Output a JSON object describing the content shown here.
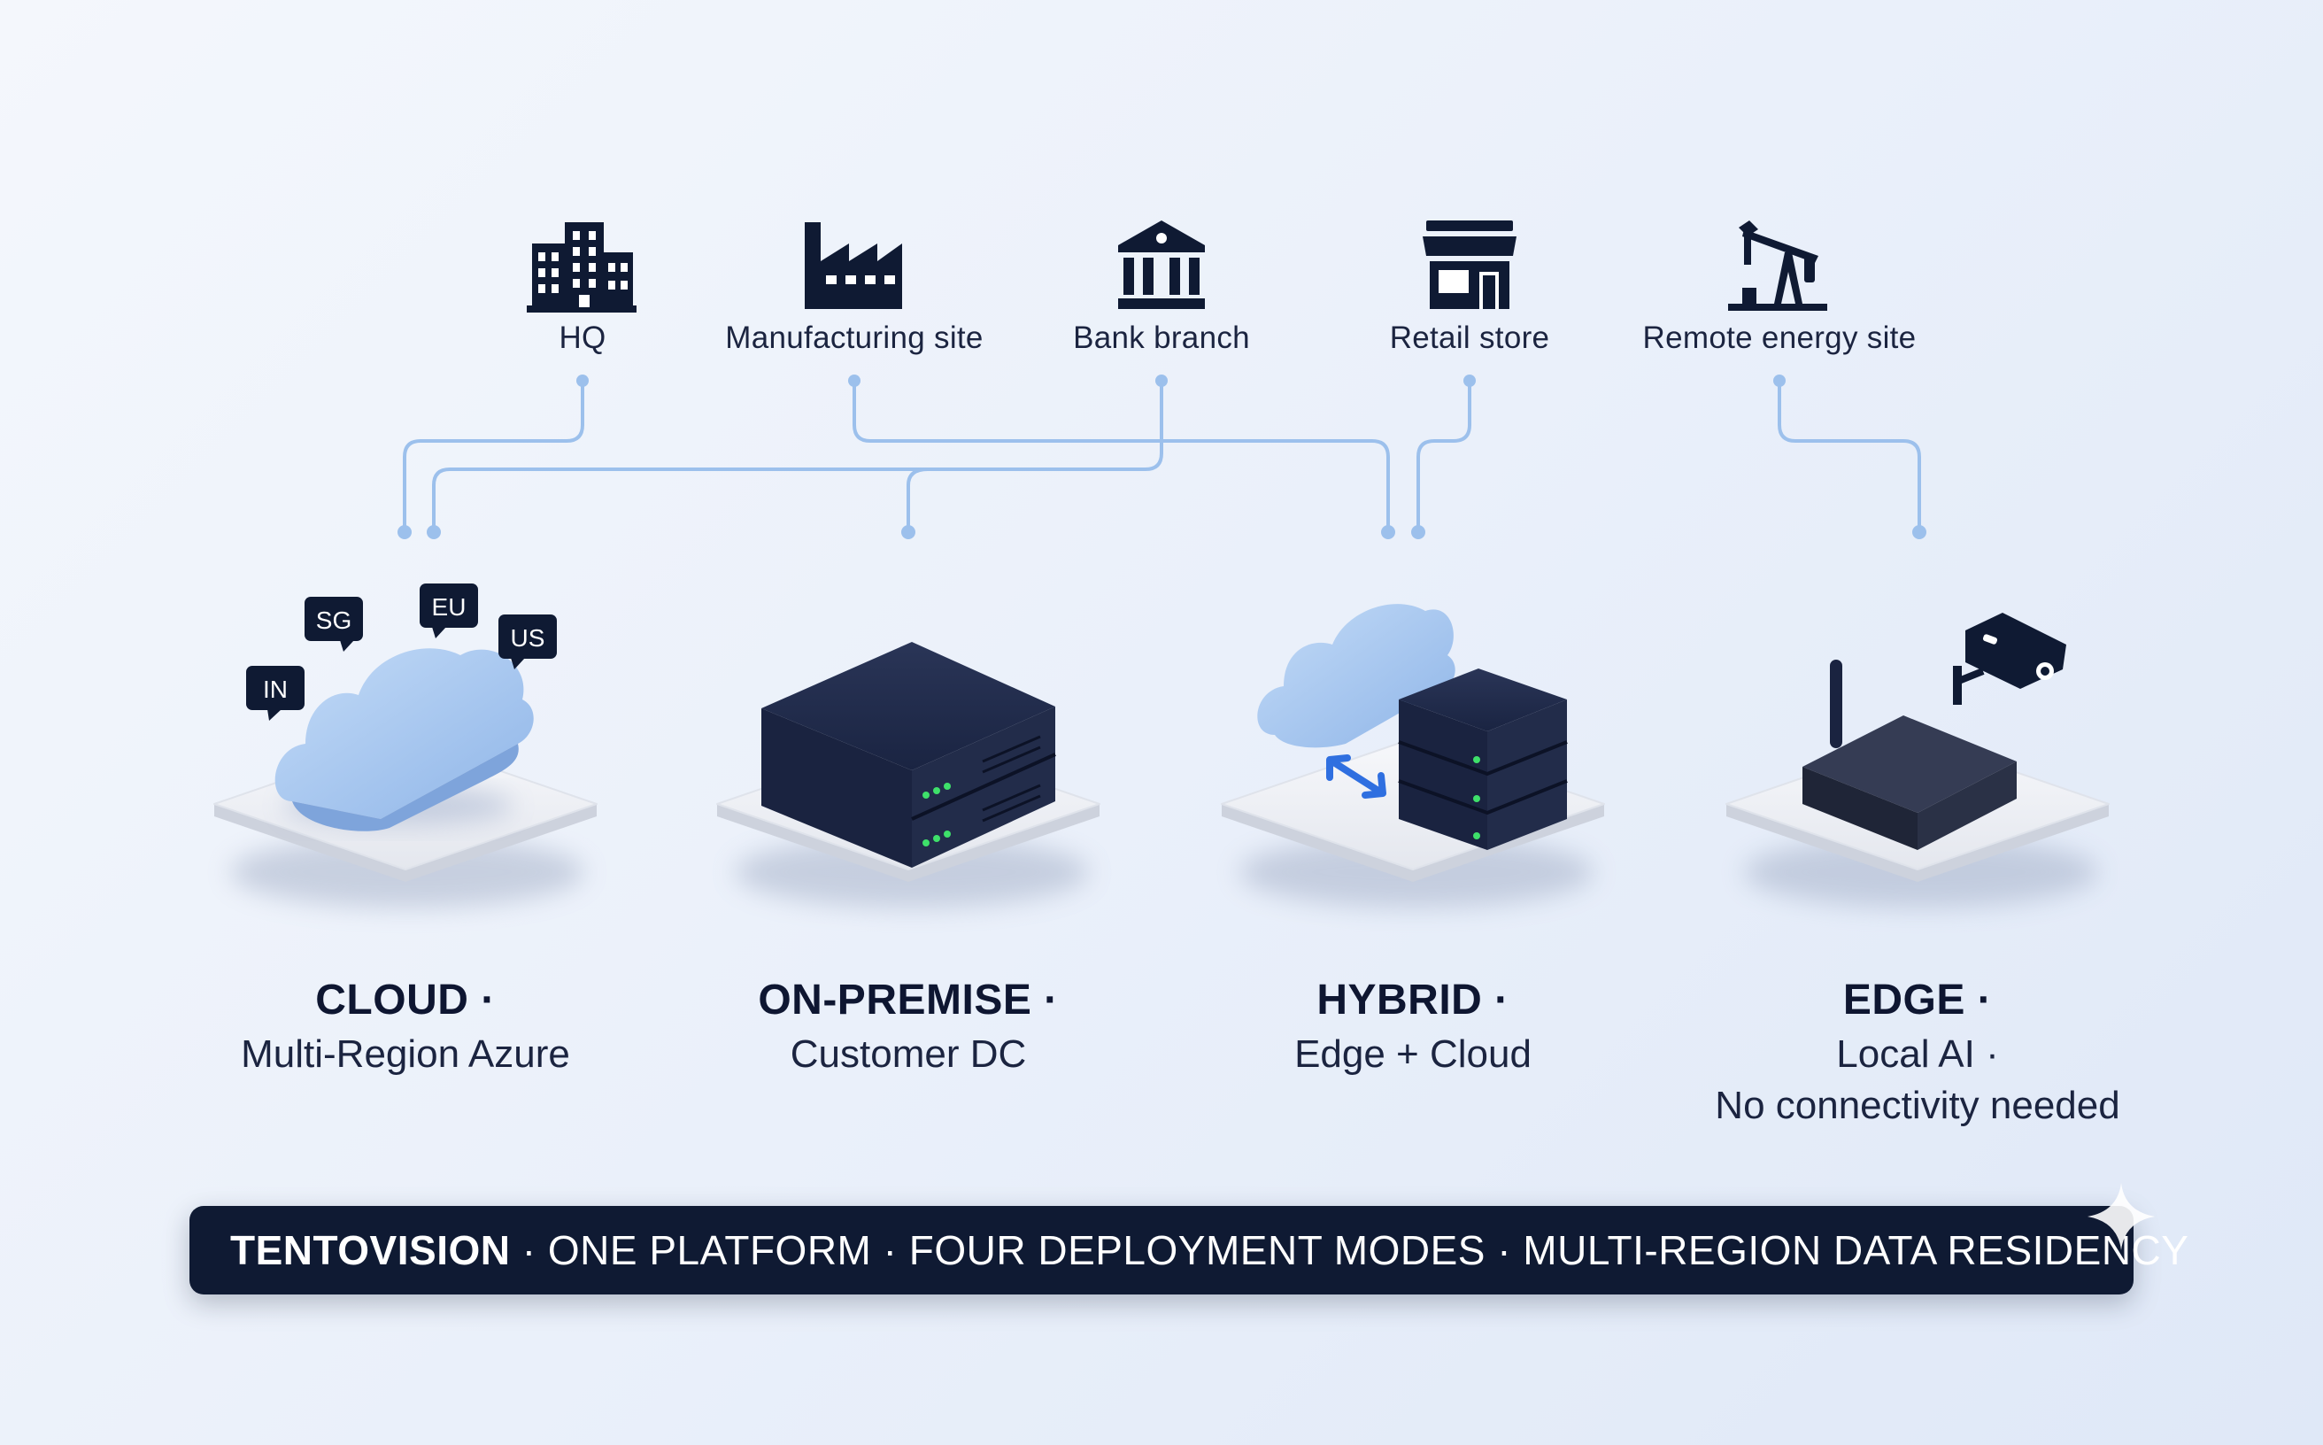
{
  "sites": [
    {
      "label": "HQ",
      "icon": "office-building-icon"
    },
    {
      "label": "Manufacturing site",
      "icon": "factory-icon"
    },
    {
      "label": "Bank branch",
      "icon": "bank-icon"
    },
    {
      "label": "Retail store",
      "icon": "store-icon"
    },
    {
      "label": "Remote energy site",
      "icon": "oil-pump-icon"
    }
  ],
  "regions": [
    "IN",
    "SG",
    "EU",
    "US"
  ],
  "modes": [
    {
      "title": "CLOUD ·",
      "sub1": "Multi-Region Azure",
      "sub2": "",
      "illustration": "cloud-icon"
    },
    {
      "title": "ON-PREMISE ·",
      "sub1": "Customer DC",
      "sub2": "",
      "illustration": "server-icon"
    },
    {
      "title": "HYBRID ·",
      "sub1": "Edge + Cloud",
      "sub2": "",
      "illustration": "cloud-server-icon"
    },
    {
      "title": "EDGE ·",
      "sub1": "Local AI ·",
      "sub2": "No connectivity needed",
      "illustration": "edge-device-icon"
    }
  ],
  "banner": {
    "brand": "TENTOVISION",
    "rest": " · ONE PLATFORM · FOUR DEPLOYMENT MODES · MULTI-REGION DATA RESIDENCY"
  },
  "colors": {
    "navy": "#0f1a33",
    "connector": "#9cc0ec",
    "cloud": "#a9c8f0",
    "platform": "#eceef3",
    "led": "#3ee06a",
    "arrow": "#2f6fe0"
  }
}
